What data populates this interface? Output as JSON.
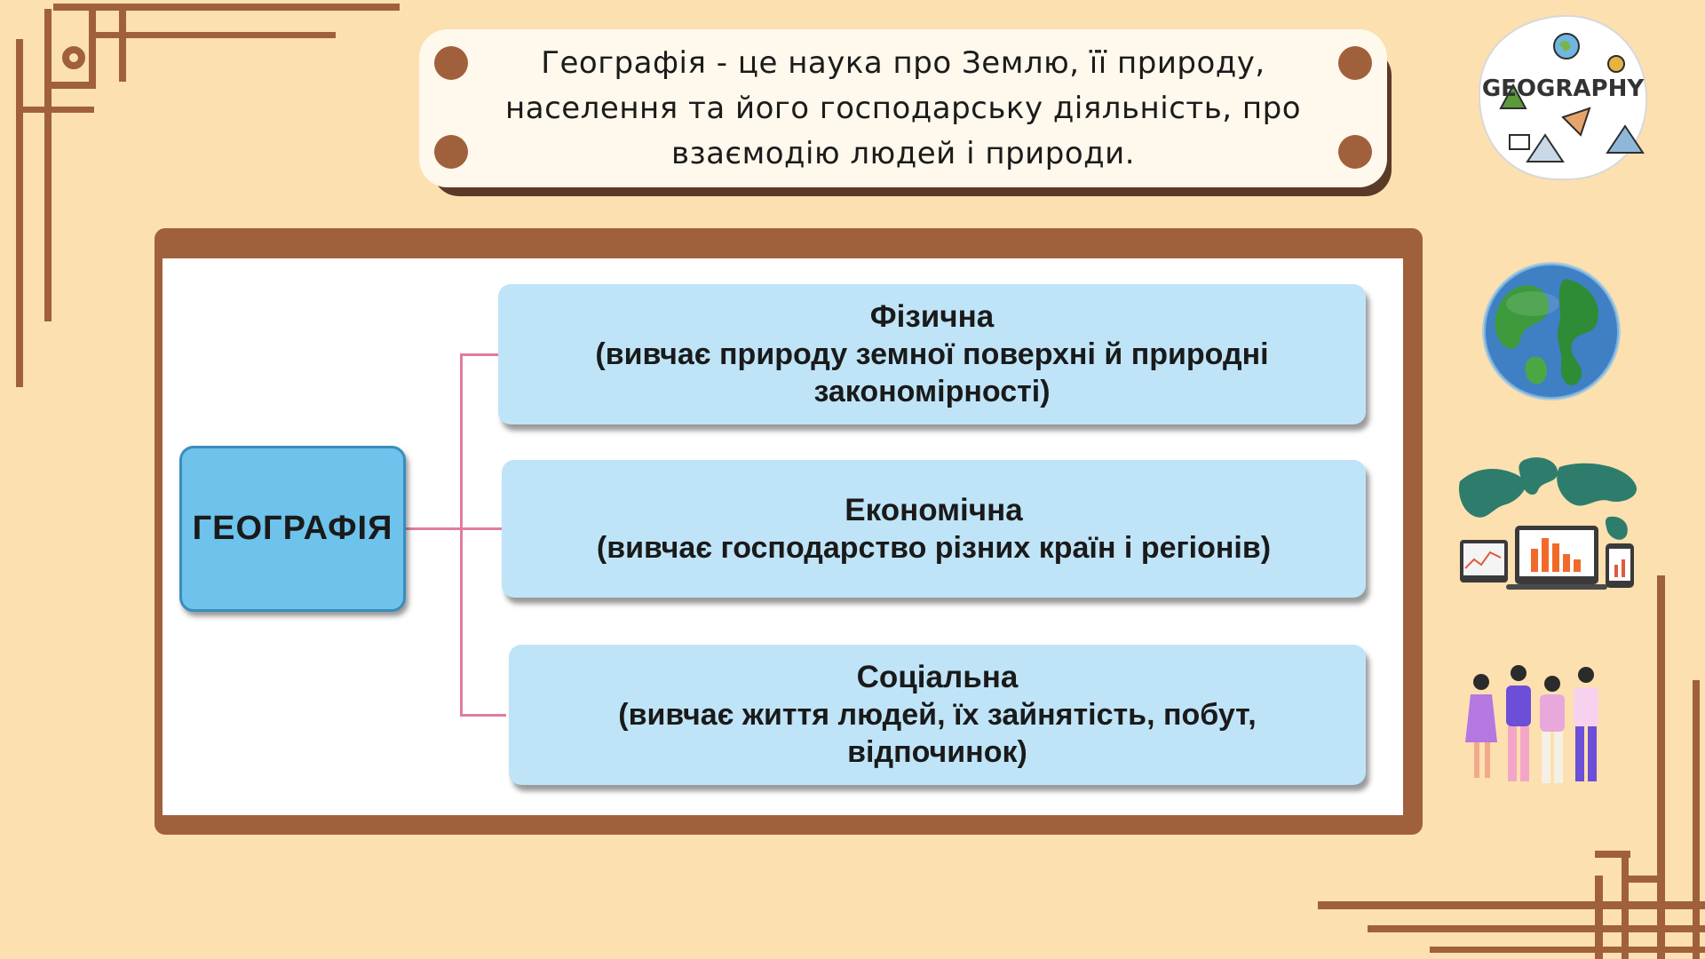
{
  "banner": {
    "text": "Географія - це наука про Землю, її природу, населення та його господарську діяльність, про взаємодію людей і природи."
  },
  "diagram": {
    "root": "ГЕОГРАФІЯ",
    "branches": [
      {
        "title": "Фізична",
        "desc": "(вивчає природу земної поверхні й природні закономірності)"
      },
      {
        "title": "Економічна",
        "desc": "(вивчає господарство різних країн і регіонів)"
      },
      {
        "title": "Соціальна",
        "desc": "(вивчає життя людей, їх зайнятість, побут, відпочинок)"
      }
    ]
  },
  "sticker": {
    "text": "GEOGRAPHY"
  },
  "colors": {
    "background": "#fde0b0",
    "accent": "#a0603c",
    "box": "#bfe4f8",
    "root": "#6ec3ec",
    "connector": "#e07ca0"
  },
  "icons": [
    "geography-sticker-icon",
    "globe-icon",
    "world-data-map-icon",
    "people-group-icon"
  ]
}
